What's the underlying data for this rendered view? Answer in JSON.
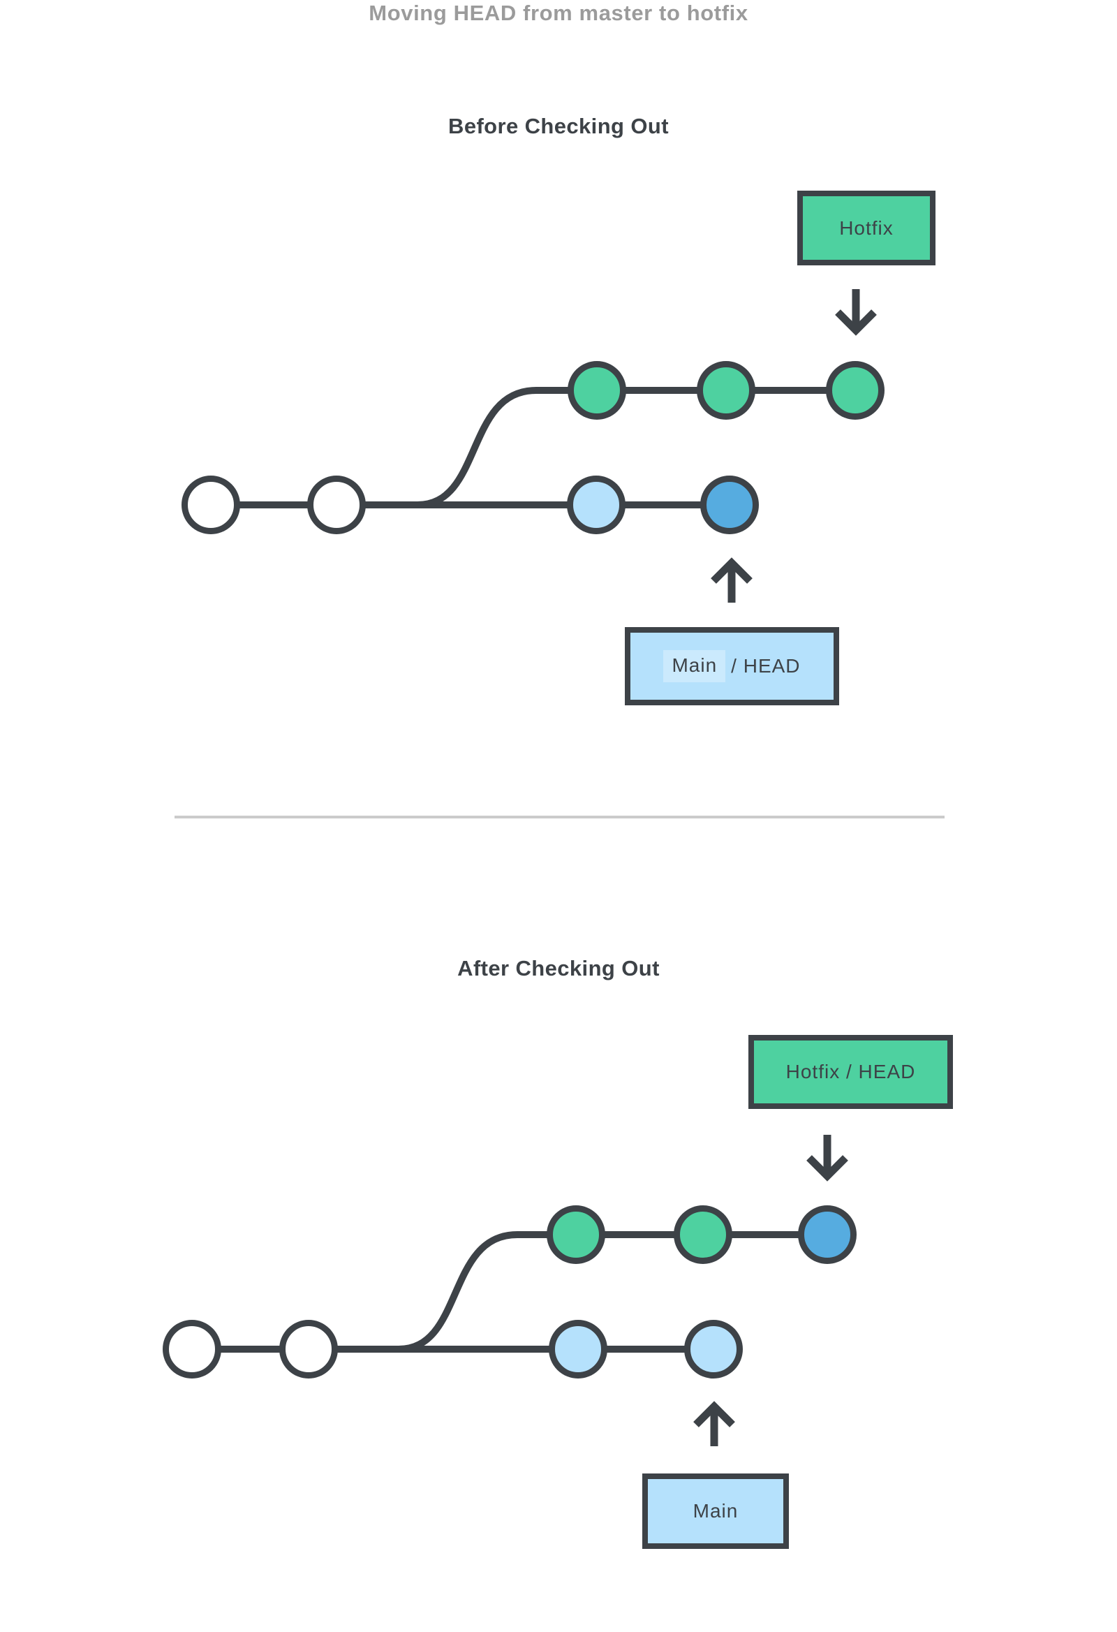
{
  "page": {
    "title": "Moving HEAD from master to hotfix"
  },
  "colors": {
    "ink": "#3d4247",
    "green": "#4ed1a0",
    "light_blue": "#b5e1fc",
    "head_blue": "#56ace0",
    "white": "#ffffff",
    "muted_title": "#9b9b9b",
    "divider": "#cbcbcb"
  },
  "sections": {
    "before": {
      "heading": "Before Checking Out",
      "hotfix_label": "Hotfix",
      "head_label_parts": [
        "Main",
        "/ HEAD"
      ],
      "branches": {
        "hotfix": {
          "commits": [
            "green",
            "green",
            "green"
          ]
        },
        "main": {
          "commits": [
            "white",
            "white",
            "light_blue",
            "head_blue"
          ]
        }
      }
    },
    "after": {
      "heading": "After Checking Out",
      "hotfix_label": "Hotfix / HEAD",
      "main_label": "Main",
      "branches": {
        "hotfix": {
          "commits": [
            "green",
            "green",
            "head_blue"
          ]
        },
        "main": {
          "commits": [
            "white",
            "white",
            "light_blue",
            "light_blue"
          ]
        }
      }
    }
  }
}
